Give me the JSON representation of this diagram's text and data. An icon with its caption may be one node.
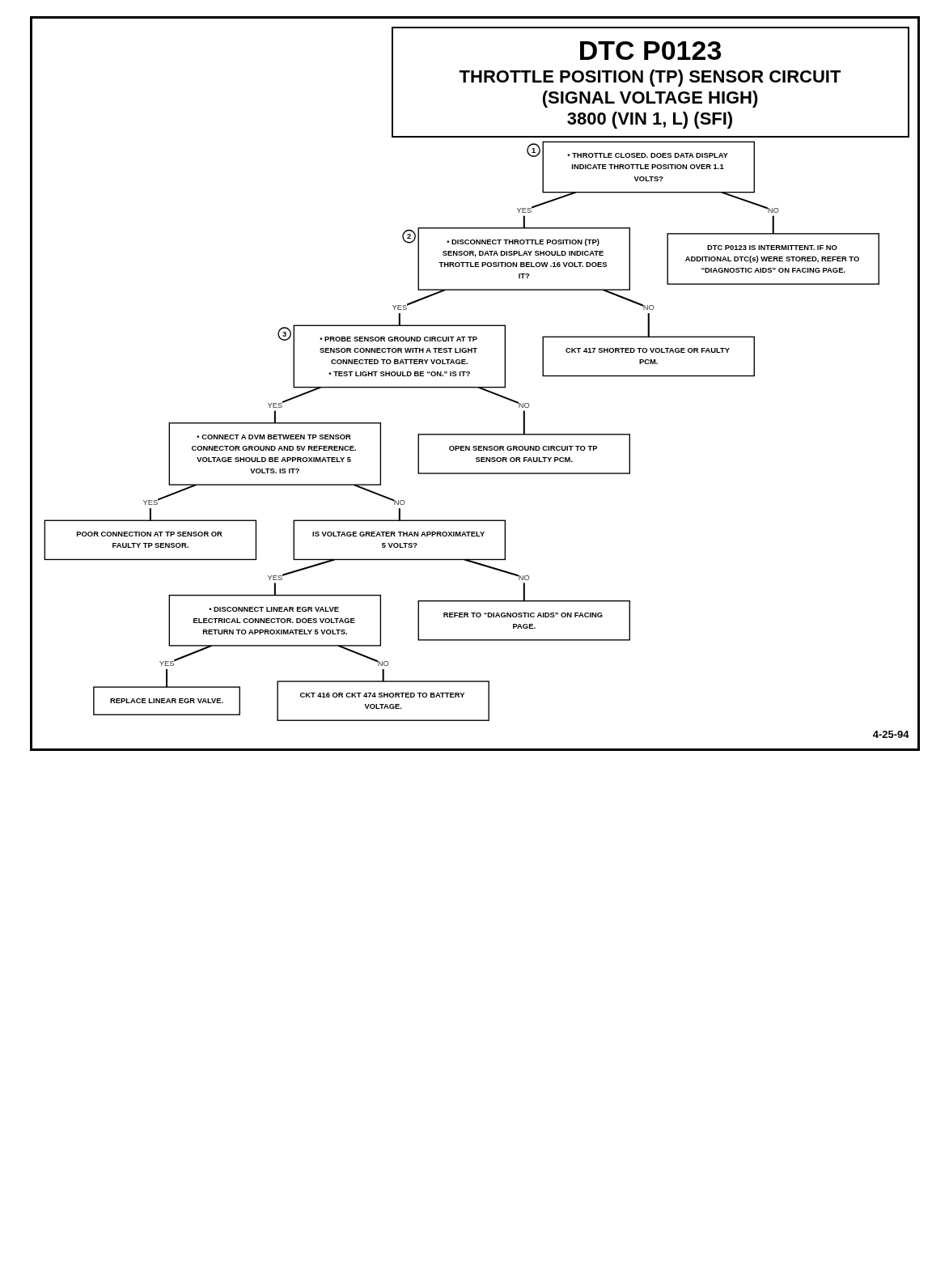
{
  "diagram": {
    "title": "DTC P0123",
    "nodes": [
      {
        "text": [
          "• THROTTLE CLOSED. DOES DATA DISPLAY INDICATE THROTTLE POSITION OVER 1.1 VOLTS?"
        ],
        "beside": [
          "1"
        ]
      },
      {
        "text": [
          "• DISCONNECT THROTTLE POSITION (TP) SENSOR, DATA DISPLAY SHOULD INDICATE THROTTLE POSITION BELOW .16 VOLT. DOES IT?"
        ],
        "beside": [
          "2"
        ]
      },
      {
        "text": [
          "DTC P0123 IS INTERMITTENT. IF NO ADDITIONAL DTC(s) WERE STORED, REFER TO “DIAGNOSTIC AIDS” ON FACING PAGE."
        ]
      },
      {
        "text": [
          "• PROBE SENSOR GROUND CIRCUIT AT TP SENSOR CONNECTOR WITH A TEST LIGHT CONNECTED TO BATTERY VOLTAGE.",
          "• TEST LIGHT SHOULD BE “ON.” IS IT?"
        ],
        "beside": [
          "3"
        ]
      },
      {
        "text": [
          "CKT 417 SHORTED TO VOLTAGE OR FAULTY PCM."
        ]
      },
      {
        "text": [
          "• CONNECT A DVM BETWEEN TP SENSOR CONNECTOR GROUND AND 5V REFERENCE. VOLTAGE SHOULD BE APPROXIMATELY 5 VOLTS. IS IT?"
        ]
      },
      {
        "text": [
          "OPEN SENSOR GROUND CIRCUIT TO TP SENSOR OR FAULTY PCM."
        ]
      },
      {
        "text": [
          "POOR CONNECTION AT TP SENSOR OR FAULTY TP SENSOR."
        ]
      },
      {
        "text": [
          "IS VOLTAGE GREATER THAN APPROXIMATELY 5 VOLTS?"
        ]
      },
      {
        "text": [
          "• DISCONNECT LINEAR EGR VALVE ELECTRICAL CONNECTOR. DOES VOLTAGE RETURN TO APPROXIMATELY 5 VOLTS."
        ]
      },
      {
        "text": [
          "REFER TO “DIAGNOSTIC AIDS” ON FACING PAGE."
        ]
      },
      {
        "text": [
          "REPLACE LINEAR EGR VALVE."
        ]
      },
      {
        "text": [
          "CKT 416 OR CKT 474 SHORTED TO BATTERY VOLTAGE."
        ]
      }
    ],
    "edges": [
      {
        "from": 0,
        "to": 1,
        "arrow": "none",
        "label": "YES"
      },
      {
        "from": 0,
        "to": 2,
        "arrow": "none",
        "label": "NO"
      },
      {
        "from": 1,
        "to": 3,
        "arrow": "none",
        "label": "YES"
      },
      {
        "from": 1,
        "to": 4,
        "arrow": "none",
        "label": "NO"
      },
      {
        "from": 3,
        "to": 5,
        "arrow": "none",
        "label": "YES"
      },
      {
        "from": 3,
        "to": 6,
        "arrow": "none",
        "label": "NO"
      },
      {
        "from": 5,
        "to": 7,
        "arrow": "none",
        "label": "YES"
      },
      {
        "from": 5,
        "to": 8,
        "arrow": "none",
        "label": "NO"
      },
      {
        "from": 8,
        "to": 9,
        "arrow": "none",
        "label": "YES"
      },
      {
        "from": 8,
        "to": 10,
        "arrow": "none",
        "label": "NO"
      },
      {
        "from": 9,
        "to": 11,
        "arrow": "none",
        "label": "YES"
      },
      {
        "from": 9,
        "to": 12,
        "arrow": "none",
        "label": "NO"
      }
    ],
    "labels": [
      "THROTTLE POSITION (TP) SENSOR CIRCUIT",
      "(SIGNAL VOLTAGE HIGH)",
      "3800 (VIN 1, L) (SFI)",
      "4-25-94"
    ]
  }
}
